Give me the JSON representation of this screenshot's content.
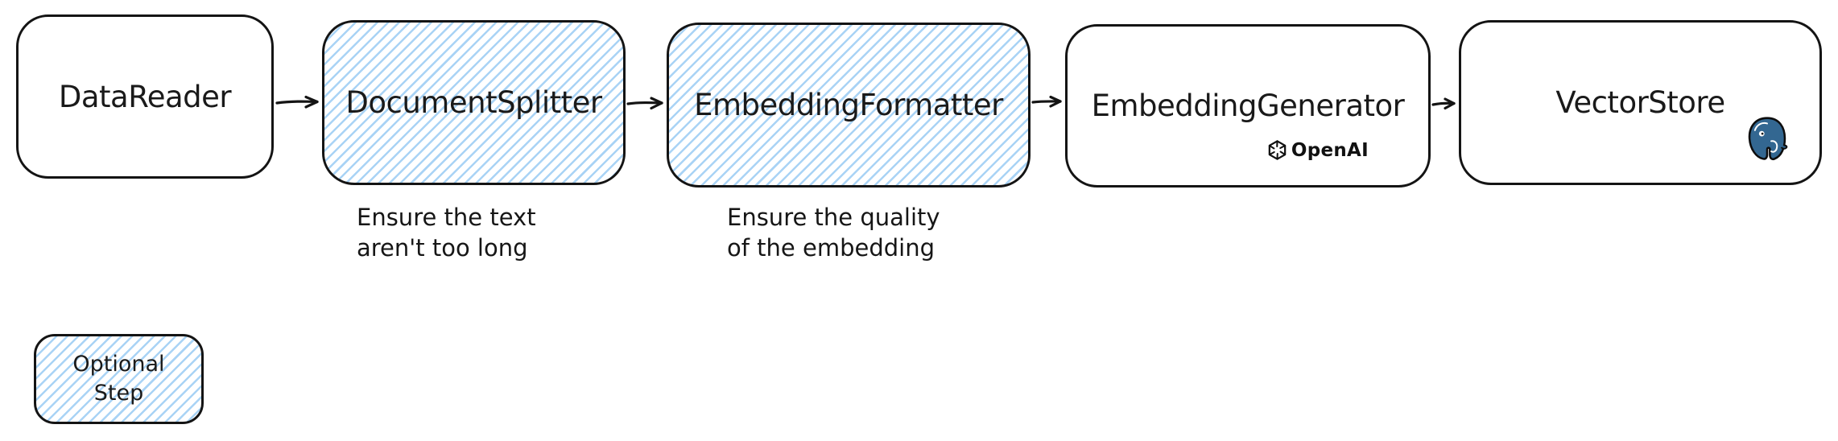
{
  "diagram": {
    "type": "flowchart",
    "nodes": [
      {
        "id": "datareader",
        "label": "DataReader",
        "optional": false
      },
      {
        "id": "documentsplitter",
        "label": "DocumentSplitter",
        "optional": true,
        "note": "Ensure the text\naren't too long"
      },
      {
        "id": "embeddingformatter",
        "label": "EmbeddingFormatter",
        "optional": true,
        "note": "Ensure the quality\nof the embedding"
      },
      {
        "id": "embeddinggenerator",
        "label": "EmbeddingGenerator",
        "optional": false,
        "provider": {
          "name": "OpenAI",
          "icon": "openai-logo-icon"
        }
      },
      {
        "id": "vectorstore",
        "label": "VectorStore",
        "optional": false,
        "provider": {
          "icon": "postgresql-logo-icon"
        }
      }
    ],
    "edges": [
      {
        "from": "DataReader",
        "to": "DocumentSplitter"
      },
      {
        "from": "DocumentSplitter",
        "to": "EmbeddingFormatter"
      },
      {
        "from": "EmbeddingFormatter",
        "to": "EmbeddingGenerator"
      },
      {
        "from": "EmbeddingGenerator",
        "to": "VectorStore"
      }
    ],
    "legend": {
      "label": "Optional\nStep",
      "meaning": "optional step (blue hatched)"
    },
    "colors": {
      "hatch_blue": "#a9d3f5",
      "stroke": "#141414",
      "postgres_blue": "#336791",
      "background": "#ffffff"
    }
  }
}
